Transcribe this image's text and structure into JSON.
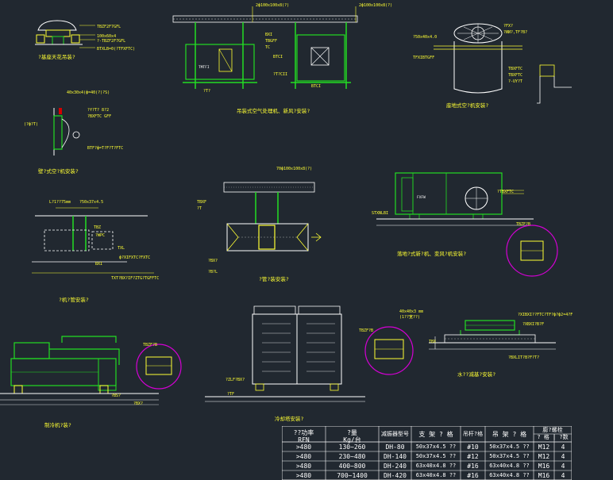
{
  "drawing": {
    "bg_color": "#212830",
    "colors": {
      "line": "#ffffff",
      "equipment": "#22dd22",
      "label": "#ffff33",
      "callout": "#d400d4",
      "support": "#e8e800"
    },
    "captions": [
      "?基座天花吊装?",
      "吊装式空气处理机、新风?安装?",
      "座地式空?机安装?",
      "壁?式空?机安装?",
      "?机?管安装?",
      "?管?装安装?",
      "落地?式新?机、变风?机安装?",
      "制冷机?装?",
      "冷却塔安装?",
      "水??减基?安装?"
    ],
    "labels": {
      "hangers_top_left": "2ф100x100x8(?)",
      "hangers_top_right": "2ф100x100x8(?)",
      "hanger_mid": "70ф100x100x8(?)",
      "cooling_pad_label": "40x40x3 mm",
      "cooling_pad_sub": "(1??宽??)",
      "floor_unit_tag": "FXFW",
      "ceiling_unit_tag": "TMTFI",
      "arrow_tag": "?ф?"
    }
  },
  "table": {
    "headers": [
      "??功率\nRFN",
      "?量\nKg/台",
      "减振器型号",
      "支 架 ? 格",
      "吊杆?格",
      "吊 架 ? 格",
      "膨?螺栓\n? 格 | ?数"
    ],
    "rows": [
      [
        ">480",
        "130~260",
        "DH-80",
        "50x37x4.5 ??",
        "#10",
        "50x37x4.5 ??",
        "M12",
        "4"
      ],
      [
        ">480",
        "230~480",
        "DH-140",
        "50x37x4.5 ??",
        "#12",
        "50x37x4.5 ??",
        "M12",
        "4"
      ],
      [
        ">480",
        "400~800",
        "DH-240",
        "63x40x4.8 ??",
        "#16",
        "63x40x4.8 ??",
        "M16",
        "4"
      ],
      [
        ">480",
        "700~1400",
        "DH-420",
        "63x40x4.8 ??",
        "#16",
        "63x40x4.8 ??",
        "M16",
        "4"
      ]
    ]
  }
}
